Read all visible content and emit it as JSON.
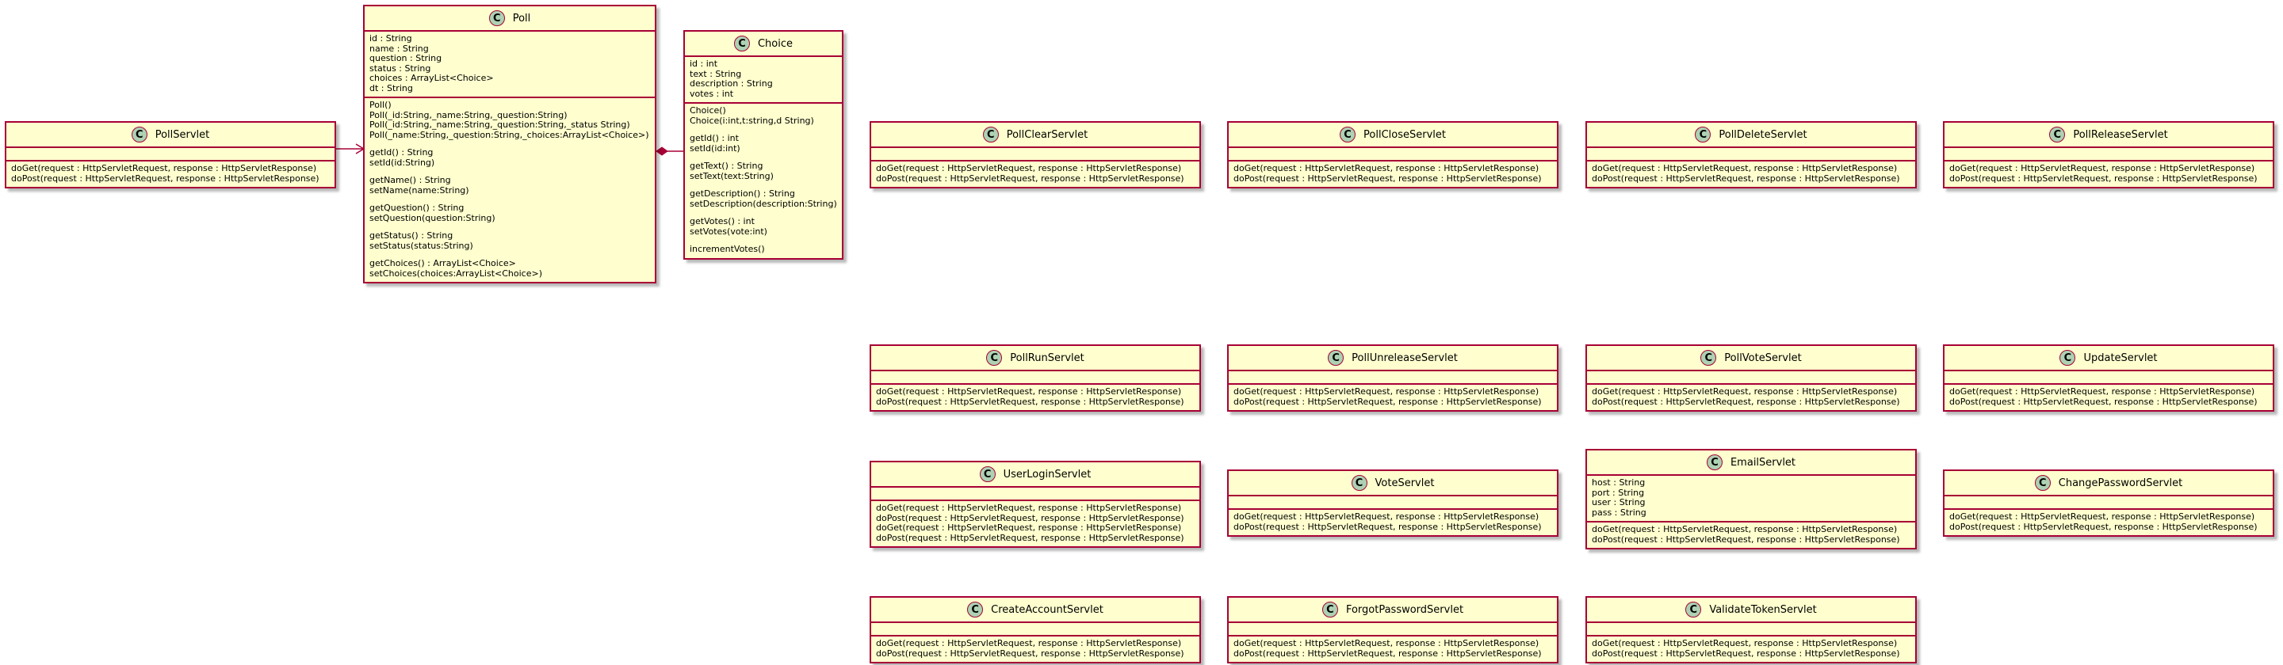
{
  "classes": [
    {
      "id": "PollServlet",
      "name": "PollServlet",
      "icon": "class-icon",
      "badge": "C",
      "attributes": [],
      "operations": [
        "doGet(request : HttpServletRequest, response : HttpServletResponse)",
        "doPost(request : HttpServletRequest, response : HttpServletResponse)"
      ]
    },
    {
      "id": "Poll",
      "name": "Poll",
      "icon": "class-icon",
      "badge": "C",
      "attributes": [
        "id : String",
        "name : String",
        "question : String",
        "status : String",
        "choices : ArrayList<Choice>",
        "dt : String"
      ],
      "operations": [
        "Poll()",
        "Poll(_id:String,_name:String,_question:String)",
        "Poll(_id:String,_name:String,_question:String,_status String)",
        "Poll(_name:String,_question:String,_choices:ArrayList<Choice>)",
        "",
        "getId() : String",
        "setId(id:String)",
        "",
        "getName() : String",
        "setName(name:String)",
        "",
        "getQuestion() : String",
        "setQuestion(question:String)",
        "",
        "getStatus() : String",
        "setStatus(status:String)",
        "",
        "getChoices() : ArrayList<Choice>",
        "setChoices(choices:ArrayList<Choice>)"
      ]
    },
    {
      "id": "Choice",
      "name": "Choice",
      "icon": "class-icon",
      "badge": "C",
      "attributes": [
        "id : int",
        "text : String",
        "description : String",
        "votes : int"
      ],
      "operations": [
        "Choice()",
        "Choice(i:int,t:string,d String)",
        "",
        "getId() : int",
        "setId(id:int)",
        "",
        "getText() : String",
        "setText(text:String)",
        "",
        "getDescription() : String",
        "setDescription(description:String)",
        "",
        "getVotes() : int",
        "setVotes(vote:int)",
        "",
        "incrementVotes()"
      ]
    },
    {
      "id": "PollClearServlet",
      "name": "PollClearServlet",
      "icon": "class-icon",
      "badge": "C",
      "attributes": [],
      "operations": [
        "doGet(request : HttpServletRequest, response : HttpServletResponse)",
        "doPost(request : HttpServletRequest, response : HttpServletResponse)"
      ]
    },
    {
      "id": "PollCloseServlet",
      "name": "PollCloseServlet",
      "icon": "class-icon",
      "badge": "C",
      "attributes": [],
      "operations": [
        "doGet(request : HttpServletRequest, response : HttpServletResponse)",
        "doPost(request : HttpServletRequest, response : HttpServletResponse)"
      ]
    },
    {
      "id": "PollDeleteServlet",
      "name": "PollDeleteServlet",
      "icon": "class-icon",
      "badge": "C",
      "attributes": [],
      "operations": [
        "doGet(request : HttpServletRequest, response : HttpServletResponse)",
        "doPost(request : HttpServletRequest, response : HttpServletResponse)"
      ]
    },
    {
      "id": "PollReleaseServlet",
      "name": "PollReleaseServlet",
      "icon": "class-icon",
      "badge": "C",
      "attributes": [],
      "operations": [
        "doGet(request : HttpServletRequest, response : HttpServletResponse)",
        "doPost(request : HttpServletRequest, response : HttpServletResponse)"
      ]
    },
    {
      "id": "PollRunServlet",
      "name": "PollRunServlet",
      "icon": "class-icon",
      "badge": "C",
      "attributes": [],
      "operations": [
        "doGet(request : HttpServletRequest, response : HttpServletResponse)",
        "doPost(request : HttpServletRequest, response : HttpServletResponse)"
      ]
    },
    {
      "id": "PollUnreleaseServlet",
      "name": "PollUnreleaseServlet",
      "icon": "class-icon",
      "badge": "C",
      "attributes": [],
      "operations": [
        "doGet(request : HttpServletRequest, response : HttpServletResponse)",
        "doPost(request : HttpServletRequest, response : HttpServletResponse)"
      ]
    },
    {
      "id": "PollVoteServlet",
      "name": "PollVoteServlet",
      "icon": "class-icon",
      "badge": "C",
      "attributes": [],
      "operations": [
        "doGet(request : HttpServletRequest, response : HttpServletResponse)",
        "doPost(request : HttpServletRequest, response : HttpServletResponse)"
      ]
    },
    {
      "id": "UpdateServlet",
      "name": "UpdateServlet",
      "icon": "class-icon",
      "badge": "C",
      "attributes": [],
      "operations": [
        "doGet(request : HttpServletRequest, response : HttpServletResponse)",
        "doPost(request : HttpServletRequest, response : HttpServletResponse)"
      ]
    },
    {
      "id": "UserLoginServlet",
      "name": "UserLoginServlet",
      "icon": "class-icon",
      "badge": "C",
      "attributes": [],
      "operations": [
        "doGet(request : HttpServletRequest, response : HttpServletResponse)",
        "doPost(request : HttpServletRequest, response : HttpServletResponse)",
        "doGet(request : HttpServletRequest, response : HttpServletResponse)",
        "doPost(request : HttpServletRequest, response : HttpServletResponse)"
      ]
    },
    {
      "id": "VoteServlet",
      "name": "VoteServlet",
      "icon": "class-icon",
      "badge": "C",
      "attributes": [],
      "operations": [
        "doGet(request : HttpServletRequest, response : HttpServletResponse)",
        "doPost(request : HttpServletRequest, response : HttpServletResponse)"
      ]
    },
    {
      "id": "EmailServlet",
      "name": "EmailServlet",
      "icon": "class-icon",
      "badge": "C",
      "attributes": [
        "host : String",
        "port : String",
        "user : String",
        "pass : String"
      ],
      "operations": [
        "doGet(request : HttpServletRequest, response : HttpServletResponse)",
        "doPost(request : HttpServletRequest, response : HttpServletResponse)"
      ]
    },
    {
      "id": "ChangePasswordServlet",
      "name": "ChangePasswordServlet",
      "icon": "class-icon",
      "badge": "C",
      "attributes": [],
      "operations": [
        "doGet(request : HttpServletRequest, response : HttpServletResponse)",
        "doPost(request : HttpServletRequest, response : HttpServletResponse)"
      ]
    },
    {
      "id": "CreateAccountServlet",
      "name": "CreateAccountServlet",
      "icon": "class-icon",
      "badge": "C",
      "attributes": [],
      "operations": [
        "doGet(request : HttpServletRequest, response : HttpServletResponse)",
        "doPost(request : HttpServletRequest, response : HttpServletResponse)"
      ]
    },
    {
      "id": "ForgotPasswordServlet",
      "name": "ForgotPasswordServlet",
      "icon": "class-icon",
      "badge": "C",
      "attributes": [],
      "operations": [
        "doGet(request : HttpServletRequest, response : HttpServletResponse)",
        "doPost(request : HttpServletRequest, response : HttpServletResponse)"
      ]
    },
    {
      "id": "ValidateTokenServlet",
      "name": "ValidateTokenServlet",
      "icon": "class-icon",
      "badge": "C",
      "attributes": [],
      "operations": [
        "doGet(request : HttpServletRequest, response : HttpServletResponse)",
        "doPost(request : HttpServletRequest, response : HttpServletResponse)"
      ]
    }
  ],
  "relations": [
    {
      "from": "PollServlet",
      "to": "Poll",
      "type": "dependency-arrow"
    },
    {
      "from": "Poll",
      "to": "Choice",
      "type": "composition"
    }
  ],
  "colors": {
    "classFill": "#fefece",
    "border": "#a80036",
    "badge": "#add1b2",
    "shadow": "#000000"
  }
}
